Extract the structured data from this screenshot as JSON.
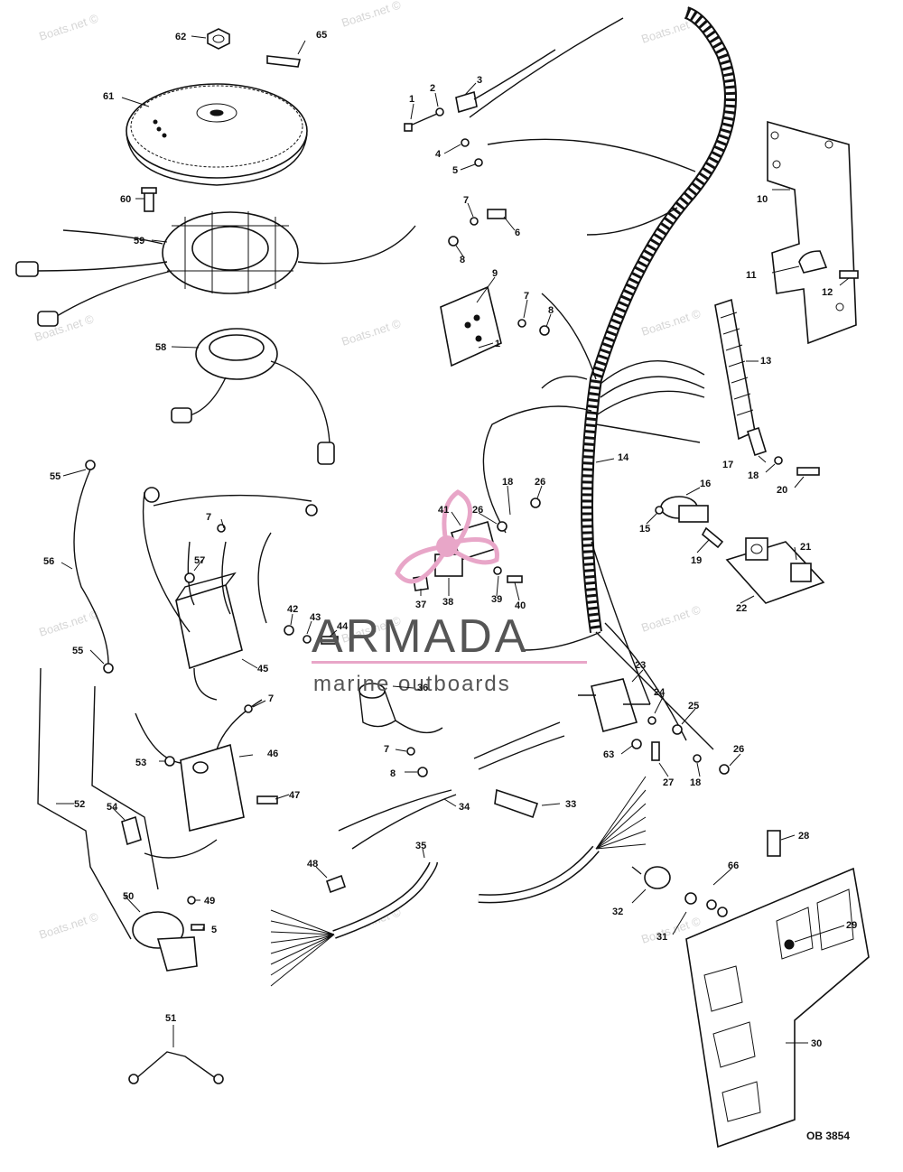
{
  "watermark_text": "Boats.net ©",
  "brand": {
    "name": "ARMADA",
    "tagline": "marine outboards",
    "accent_color": "#e8a6c8",
    "text_color": "#555555"
  },
  "drawing_code": "OB 3854",
  "callouts": [
    {
      "id": "c62",
      "text": "62"
    },
    {
      "id": "c65",
      "text": "65"
    },
    {
      "id": "c61",
      "text": "61"
    },
    {
      "id": "c60",
      "text": "60"
    },
    {
      "id": "c59",
      "text": "59"
    },
    {
      "id": "c58",
      "text": "58"
    },
    {
      "id": "c1a",
      "text": "1"
    },
    {
      "id": "c2",
      "text": "2"
    },
    {
      "id": "c3",
      "text": "3"
    },
    {
      "id": "c4",
      "text": "4"
    },
    {
      "id": "c5a",
      "text": "5"
    },
    {
      "id": "c7a",
      "text": "7"
    },
    {
      "id": "c6",
      "text": "6"
    },
    {
      "id": "c8a",
      "text": "8"
    },
    {
      "id": "c9",
      "text": "9"
    },
    {
      "id": "c7b",
      "text": "7"
    },
    {
      "id": "c8b",
      "text": "8"
    },
    {
      "id": "c1b",
      "text": "1"
    },
    {
      "id": "c10",
      "text": "10"
    },
    {
      "id": "c11",
      "text": "11"
    },
    {
      "id": "c12",
      "text": "12"
    },
    {
      "id": "c13",
      "text": "13"
    },
    {
      "id": "c14",
      "text": "14"
    },
    {
      "id": "c17",
      "text": "17"
    },
    {
      "id": "c18a",
      "text": "18"
    },
    {
      "id": "c20",
      "text": "20"
    },
    {
      "id": "c16",
      "text": "16"
    },
    {
      "id": "c15",
      "text": "15"
    },
    {
      "id": "c19",
      "text": "19"
    },
    {
      "id": "c21",
      "text": "21"
    },
    {
      "id": "c22",
      "text": "22"
    },
    {
      "id": "c18b",
      "text": "18"
    },
    {
      "id": "c26a",
      "text": "26"
    },
    {
      "id": "c41",
      "text": "41"
    },
    {
      "id": "c26b",
      "text": "26"
    },
    {
      "id": "c37",
      "text": "37"
    },
    {
      "id": "c38",
      "text": "38"
    },
    {
      "id": "c39",
      "text": "39"
    },
    {
      "id": "c40",
      "text": "40"
    },
    {
      "id": "c55a",
      "text": "55"
    },
    {
      "id": "c56",
      "text": "56"
    },
    {
      "id": "c7c",
      "text": "7"
    },
    {
      "id": "c57",
      "text": "57"
    },
    {
      "id": "c42",
      "text": "42"
    },
    {
      "id": "c43",
      "text": "43"
    },
    {
      "id": "c44",
      "text": "44"
    },
    {
      "id": "c45",
      "text": "45"
    },
    {
      "id": "c55b",
      "text": "55"
    },
    {
      "id": "c7d",
      "text": "7"
    },
    {
      "id": "c36",
      "text": "36"
    },
    {
      "id": "c23",
      "text": "23"
    },
    {
      "id": "c24",
      "text": "24"
    },
    {
      "id": "c25",
      "text": "25"
    },
    {
      "id": "c26c",
      "text": "26"
    },
    {
      "id": "c63",
      "text": "63"
    },
    {
      "id": "c27",
      "text": "27"
    },
    {
      "id": "c18c",
      "text": "18"
    },
    {
      "id": "c7e",
      "text": "7"
    },
    {
      "id": "c8c",
      "text": "8"
    },
    {
      "id": "c46",
      "text": "46"
    },
    {
      "id": "c53",
      "text": "53"
    },
    {
      "id": "c47",
      "text": "47"
    },
    {
      "id": "c52",
      "text": "52"
    },
    {
      "id": "c54",
      "text": "54"
    },
    {
      "id": "c34",
      "text": "34"
    },
    {
      "id": "c33",
      "text": "33"
    },
    {
      "id": "c28",
      "text": "28"
    },
    {
      "id": "c35",
      "text": "35"
    },
    {
      "id": "c48",
      "text": "48"
    },
    {
      "id": "c66",
      "text": "66"
    },
    {
      "id": "c32",
      "text": "32"
    },
    {
      "id": "c29",
      "text": "29"
    },
    {
      "id": "c31",
      "text": "31"
    },
    {
      "id": "c50",
      "text": "50"
    },
    {
      "id": "c49",
      "text": "49"
    },
    {
      "id": "c5b",
      "text": "5"
    },
    {
      "id": "c51",
      "text": "51"
    },
    {
      "id": "c30",
      "text": "30"
    }
  ]
}
